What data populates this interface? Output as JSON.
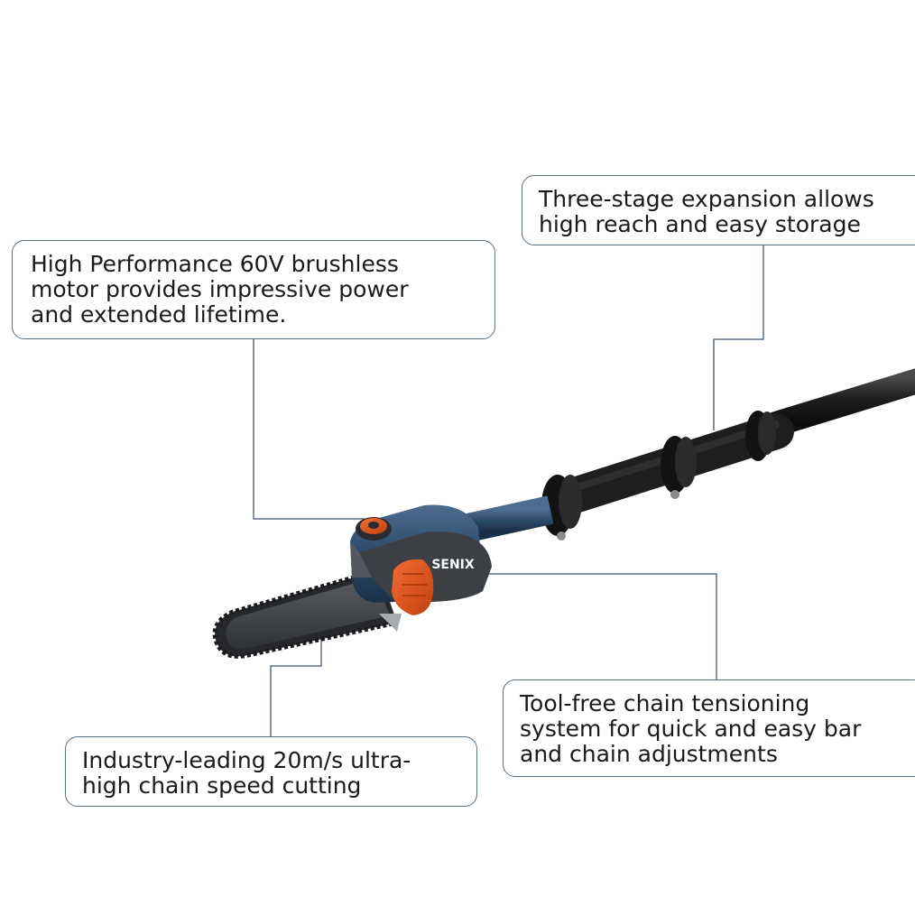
{
  "callouts": {
    "motor": {
      "lines": [
        "High Performance 60V brushless",
        "motor provides impressive power",
        "and extended lifetime."
      ]
    },
    "reach": {
      "lines": [
        "Three-stage expansion allows",
        "high reach and easy storage"
      ]
    },
    "chain_speed": {
      "lines": [
        "Industry-leading 20m/s ultra-",
        "high chain speed cutting"
      ]
    },
    "tensioning": {
      "lines": [
        "Tool-free chain tensioning",
        "system for quick and easy bar",
        "and chain adjustments"
      ]
    }
  },
  "product": {
    "brand": "SENIX",
    "colors": {
      "body_blue": "#2c4a6a",
      "accent_orange": "#e0531f",
      "housing_gray": "#3c3f44",
      "pole_black": "#1b1b1c",
      "callout_border": "#5b6f82"
    }
  }
}
